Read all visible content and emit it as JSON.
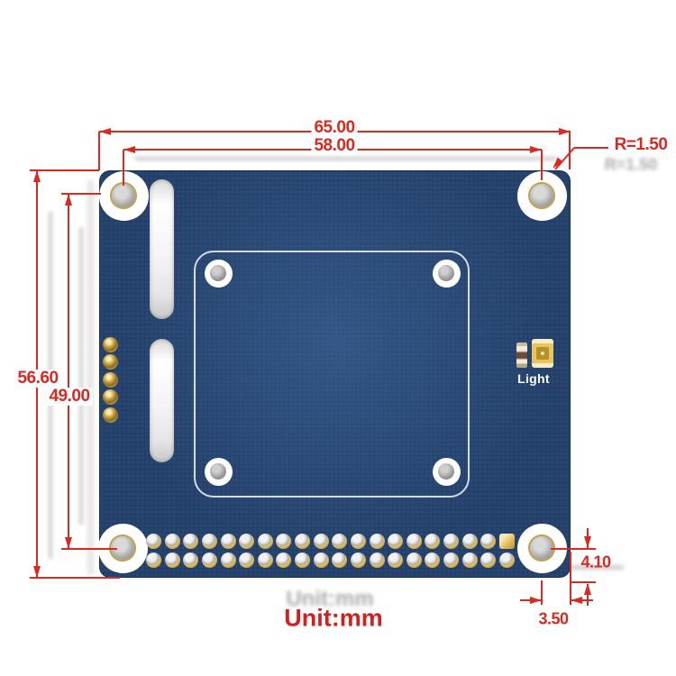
{
  "footer": {
    "unit_label": "Unit:mm"
  },
  "dimensions": {
    "width_outer": "65.00",
    "hole_span_x": "58.00",
    "corner_radius": "R=1.50",
    "height_outer": "56.60",
    "hole_span_y": "49.00",
    "hole_to_edge_bottom": "4.10",
    "hole_to_edge_right": "3.50"
  },
  "board": {
    "light_label": "Light",
    "colors": {
      "pcb_blue": "#27456f",
      "dimension_red": "#d92a21",
      "pad_gold": "#d9b44e",
      "silkscreen_white": "#ffffff"
    },
    "mounting_hole_count": 4,
    "display_frame_hole_count": 4,
    "left_pad_count": 5,
    "gpio_header": {
      "rows": 2,
      "cols": 20
    }
  }
}
